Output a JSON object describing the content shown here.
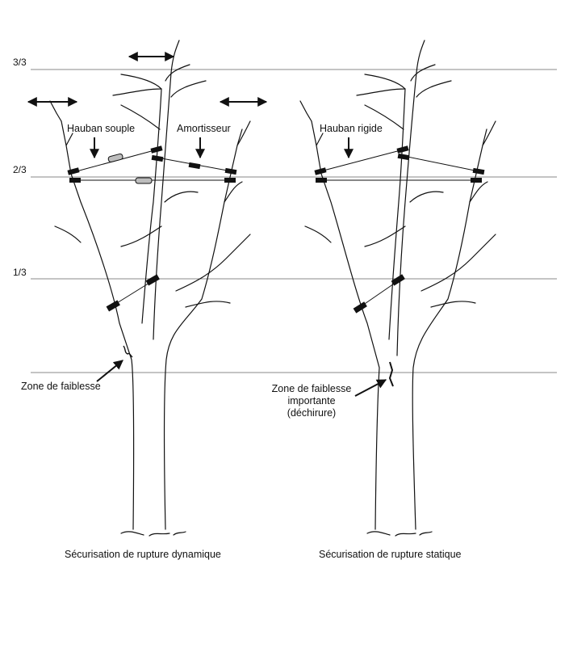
{
  "levels": {
    "top": "3/3",
    "two_thirds": "2/3",
    "one_third": "1/3"
  },
  "left_tree": {
    "flexible_cable_label": "Hauban souple",
    "damper_label": "Amortisseur",
    "weak_zone_label": "Zone de faiblesse",
    "caption": "Sécurisation de rupture dynamique"
  },
  "right_tree": {
    "rigid_cable_label": "Hauban rigide",
    "weak_zone_lines": [
      "Zone de faiblesse",
      "importante",
      "(déchirure)"
    ],
    "caption": "Sécurisation de rupture statique"
  },
  "colors": {
    "ink": "#111111",
    "guide_line": "#8a8a8a",
    "damper_fill": "#bdbdbd"
  }
}
